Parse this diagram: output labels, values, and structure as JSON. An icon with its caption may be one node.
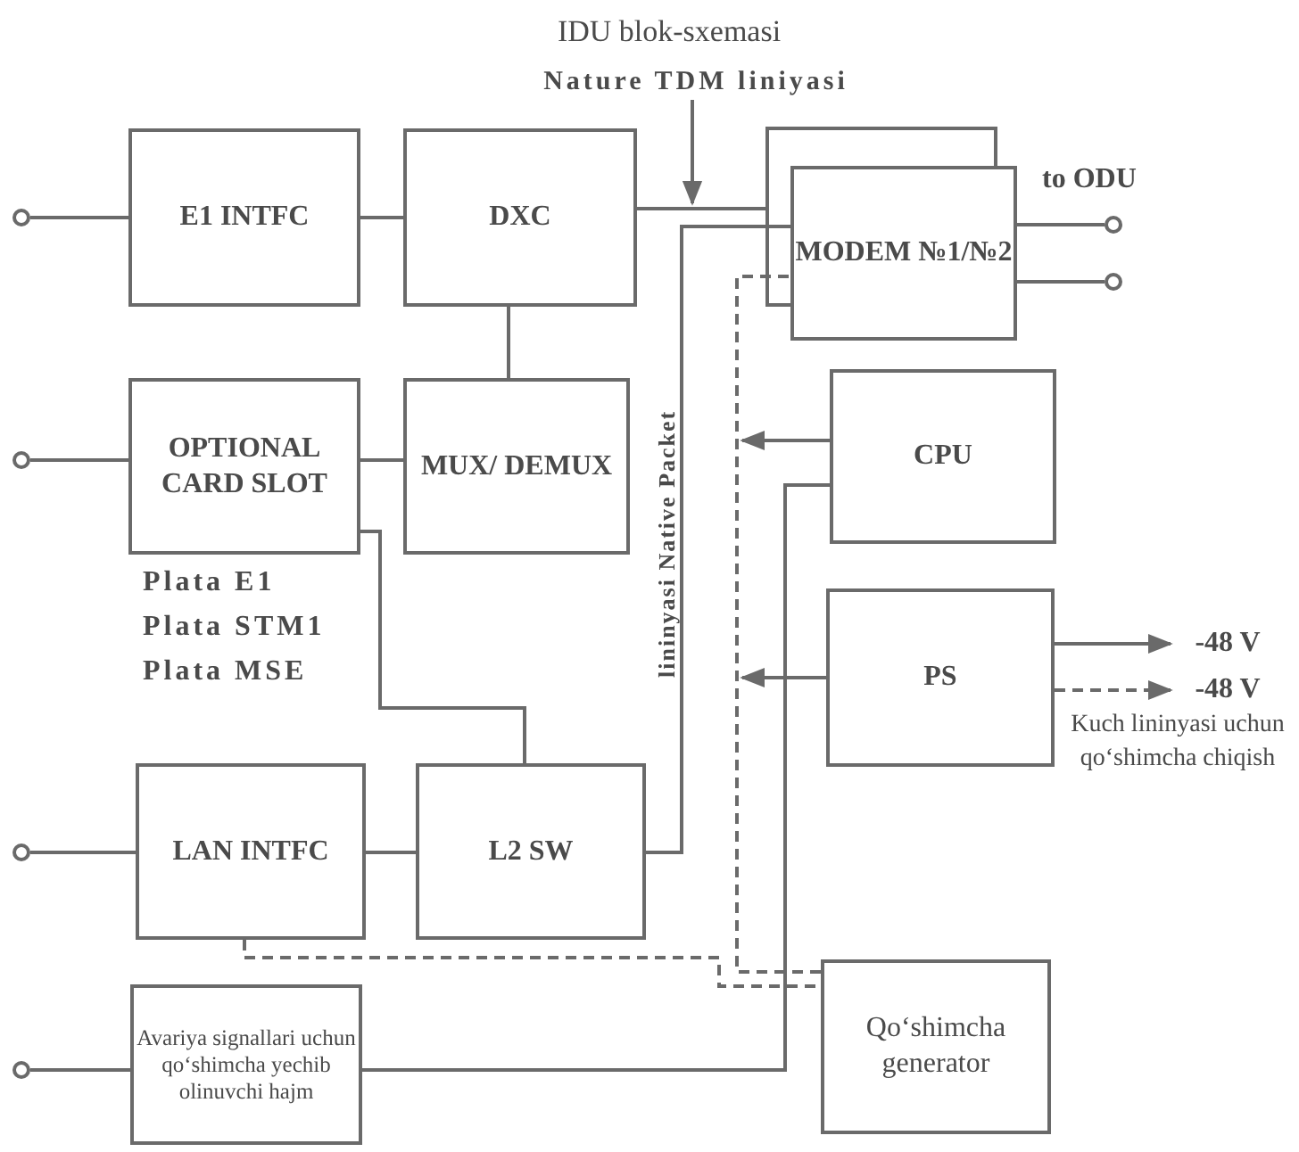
{
  "diagram": {
    "title": "IDU blok-sxemasi",
    "nodes": [
      {
        "text": [
          "Nature TDM liniyasi"
        ]
      },
      {
        "text": [
          "E1 INTFC"
        ]
      },
      {
        "text": [
          "DXC"
        ]
      },
      {
        "text": [
          "MODEM №1/№2"
        ]
      },
      {
        "text": [
          "OPTIONAL CARD SLOT"
        ],
        "beside": [
          "Plata E1",
          "Plata STM1",
          "Plata MSE"
        ]
      },
      {
        "text": [
          "MUX/ DEMUX"
        ]
      },
      {
        "text": [
          "CPU"
        ]
      },
      {
        "text": [
          "PS"
        ]
      },
      {
        "text": [
          "LAN INTFC"
        ]
      },
      {
        "text": [
          "L2 SW"
        ]
      },
      {
        "text": [
          "Avariya signallari uchun qo‘shimcha yechib olinuvchi hajm"
        ]
      },
      {
        "text": [
          "Qo‘shimcha generator"
        ]
      },
      {
        "text": [],
        "shape": "circle"
      },
      {
        "text": [],
        "shape": "circle"
      },
      {
        "text": [],
        "shape": "circle"
      },
      {
        "text": [],
        "shape": "circle"
      },
      {
        "text": [],
        "shape": "circle"
      },
      {
        "text": [],
        "shape": "circle"
      },
      {
        "text": [
          "-48 V"
        ]
      },
      {
        "text": [
          "-48 V"
        ]
      }
    ],
    "edges": [
      {
        "from": 0,
        "to": null,
        "arrow": "to"
      },
      {
        "from": 12,
        "to": 1,
        "arrow": "none"
      },
      {
        "from": 1,
        "to": 2,
        "arrow": "none"
      },
      {
        "from": 2,
        "to": 3,
        "arrow": "none"
      },
      {
        "from": 3,
        "to": 16,
        "arrow": "none"
      },
      {
        "from": 3,
        "to": 17,
        "arrow": "none"
      },
      {
        "from": 2,
        "to": 5,
        "arrow": "none"
      },
      {
        "from": 13,
        "to": 4,
        "arrow": "none"
      },
      {
        "from": 4,
        "to": 5,
        "arrow": "none"
      },
      {
        "from": 4,
        "to": 9,
        "arrow": "none"
      },
      {
        "from": 14,
        "to": 8,
        "arrow": "none"
      },
      {
        "from": 8,
        "to": 9,
        "arrow": "none"
      },
      {
        "from": 9,
        "to": 3,
        "arrow": "none"
      },
      {
        "from": 6,
        "to": null,
        "arrow": "to"
      },
      {
        "from": 7,
        "to": null,
        "arrow": "to"
      },
      {
        "from": 7,
        "to": 18,
        "arrow": "to"
      },
      {
        "from": 7,
        "to": 19,
        "arrow": "to",
        "style": "dashed"
      },
      {
        "from": 8,
        "to": 11,
        "arrow": "none",
        "style": "dashed"
      },
      {
        "from": 11,
        "to": 3,
        "arrow": "none",
        "style": "dashed"
      },
      {
        "from": 15,
        "to": 10,
        "arrow": "none"
      },
      {
        "from": 10,
        "to": 6,
        "arrow": "none"
      }
    ],
    "labels": [
      "to ODU",
      "lininyasi Native Packet",
      "Kuch lininyasi uchun qo‘shimcha chiqish"
    ]
  }
}
